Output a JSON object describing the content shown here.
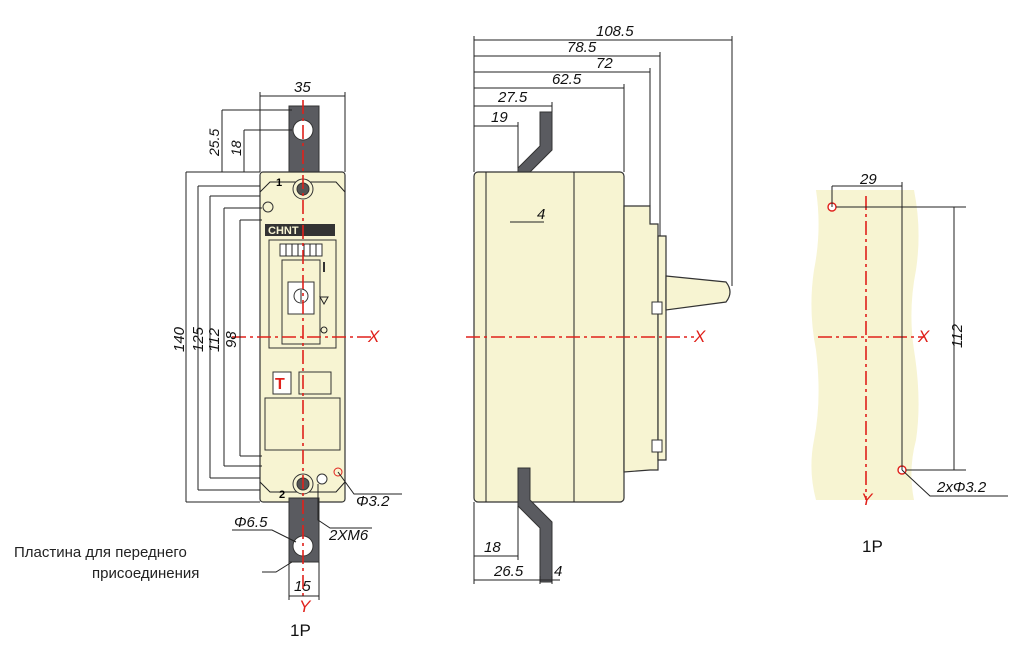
{
  "colors": {
    "body": "#f7f4d2",
    "bar": "#5a5b60",
    "centerline": "#e0211b",
    "line": "#222222"
  },
  "brand": "CHNT",
  "front": {
    "terminal_top": "1",
    "terminal_bottom": "2",
    "dims": {
      "width": "35",
      "top_offset": "25.5",
      "top_hole": "18",
      "h140": "140",
      "h125": "125",
      "h112": "112",
      "h98": "98",
      "hole_phi": "Φ3.2",
      "bar_hole": "Φ6.5",
      "screws": "2XM6",
      "bar_width": "15"
    },
    "callout": [
      "Пластина для переднего",
      "присоединения"
    ],
    "axis_x": "X",
    "axis_y": "Y",
    "caption": "1P"
  },
  "side": {
    "dims": {
      "d108": "108.5",
      "d78": "78.5",
      "d72": "72",
      "d62": "62.5",
      "d27": "27.5",
      "d19": "19",
      "d4_top": "4",
      "d18": "18",
      "d26": "26.5",
      "d4_bot": "4"
    },
    "axis_x": "X"
  },
  "mount": {
    "dims": {
      "w29": "29",
      "h112": "112",
      "holes": "2xΦ3.2"
    },
    "axis_x": "X",
    "axis_y": "Y",
    "caption": "1P"
  }
}
